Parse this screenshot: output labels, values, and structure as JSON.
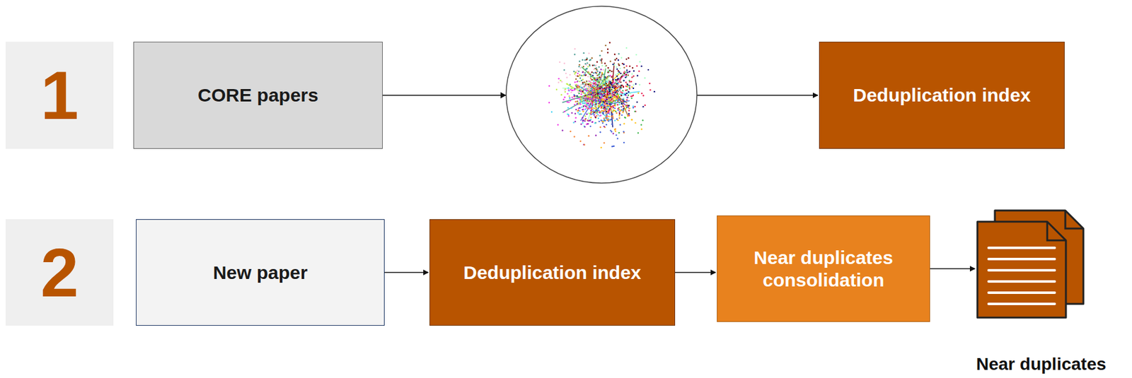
{
  "diagram": {
    "nodes": [
      {
        "text": [
          "1"
        ]
      },
      {
        "text": [
          "CORE papers"
        ]
      },
      {
        "text": [
          "Deduplication index"
        ]
      },
      {
        "text": [
          "2"
        ]
      },
      {
        "text": [
          "New paper"
        ]
      },
      {
        "text": [
          "Deduplication index"
        ]
      },
      {
        "text": [
          "Near duplicates consolidation"
        ]
      },
      {
        "text": [
          "Near duplicates"
        ]
      }
    ],
    "edges": [
      {
        "from": 1,
        "to": 2,
        "arrow": "to"
      },
      {
        "from": 4,
        "to": 5,
        "arrow": "to"
      },
      {
        "from": 5,
        "to": 6,
        "arrow": "to"
      },
      {
        "from": 6,
        "to": 7,
        "arrow": "to"
      }
    ]
  }
}
